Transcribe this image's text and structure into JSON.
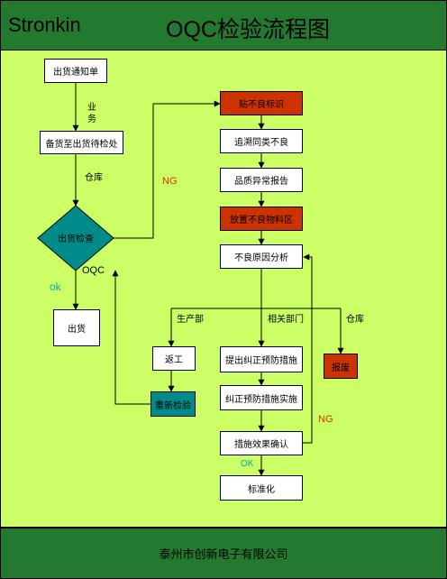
{
  "header": {
    "brand": "Stronkin",
    "title": "OQC检验流程图"
  },
  "footer": {
    "company": "泰州市创新电子有限公司"
  },
  "colors": {
    "header_bg": "#237a2e",
    "content_bg": "#ccff66",
    "red_box": "#cc3300",
    "teal_box": "#008b8b",
    "ng_text": "#cc3300",
    "ok_text": "#00aaaa"
  },
  "nodes": {
    "shipment_notice": "出货通知单",
    "prepare_goods": "备货至出货待检处",
    "shipment_inspection": "出货检查",
    "ship": "出货",
    "defect_tag": "贴不良标识",
    "trace_similar": "追溯同类不良",
    "quality_report": "品质异常报告",
    "place_defect_area": "放置不良物料区",
    "root_cause": "不良原因分析",
    "rework": "返工",
    "reinspect": "重新检验",
    "propose_actions": "提出纠正预防措施",
    "implement_actions": "纠正预防措施实施",
    "confirm_effect": "措施效果确认",
    "scrap": "报废",
    "standardize": "标准化"
  },
  "labels": {
    "business_1": "业",
    "business_2": "务",
    "warehouse_left": "仓库",
    "oqc": "OQC",
    "ng_top": "NG",
    "ok_left": "ok",
    "production_dept": "生产部",
    "related_dept": "相关部门",
    "warehouse_right": "仓库",
    "ng_right": "NG",
    "ok_bottom": "OK"
  }
}
